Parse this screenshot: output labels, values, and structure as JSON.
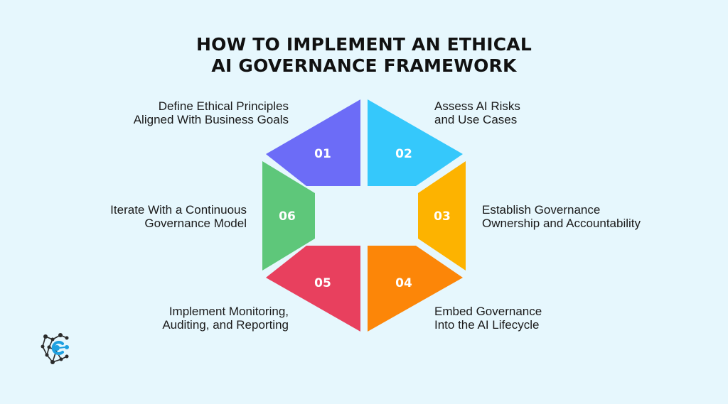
{
  "title": {
    "line1": "HOW TO IMPLEMENT AN ETHICAL",
    "line2": "AI GOVERNANCE FRAMEWORK"
  },
  "steps": [
    {
      "number": "01",
      "line1": "Define Ethical Principles",
      "line2": "Aligned With Business Goals",
      "color": "#6c6cf7"
    },
    {
      "number": "02",
      "line1": "Assess AI Risks",
      "line2": "and Use Cases",
      "color": "#35c8fb"
    },
    {
      "number": "03",
      "line1": "Establish Governance",
      "line2": "Ownership and Accountability",
      "color": "#fdb300"
    },
    {
      "number": "04",
      "line1": "Embed Governance",
      "line2": "Into the AI Lifecycle",
      "color": "#fc8608"
    },
    {
      "number": "05",
      "line1": "Implement Monitoring,",
      "line2": "Auditing, and Reporting",
      "color": "#e8405e"
    },
    {
      "number": "06",
      "line1": "Iterate With a Continuous",
      "line2": "Governance Model",
      "color": "#5ec77a"
    }
  ],
  "logo": {
    "icon": "network-c-logo-icon",
    "accent_color": "#1ea0e0"
  }
}
